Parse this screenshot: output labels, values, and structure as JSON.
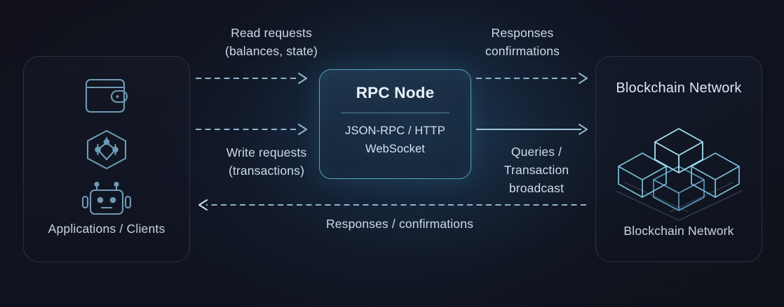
{
  "colors": {
    "background": "#0d0e16",
    "panel_border": "#2b3146",
    "node_border": "#55a3bd",
    "accent_cyan": "#7fc5dd",
    "text_primary": "#e9f2fa",
    "text_secondary": "#cddbe9",
    "icon_stroke": "#6f9ab5"
  },
  "left_panel": {
    "name": "applications-clients",
    "caption": "Applications / Clients",
    "icons": [
      "wallet-icon",
      "network-nodes-icon",
      "robot-icon"
    ]
  },
  "center_node": {
    "title": "RPC Node",
    "protocols": [
      "JSON-RPC / HTTP",
      "WebSocket"
    ]
  },
  "right_panel": {
    "name": "blockchain-network",
    "title": "Blockchain\nNetwork",
    "caption": "Blockchain Network",
    "illustration": "isometric-blocks-icon"
  },
  "flows": [
    {
      "id": "read-requests",
      "label": "Read requests\n(balances, state)",
      "style": "dashed",
      "direction": "right",
      "from": "applications-clients",
      "to": "rpc-node"
    },
    {
      "id": "responses-confirmations-top",
      "label": "Responses\nconfirmations",
      "style": "dashed",
      "direction": "right",
      "from": "rpc-node",
      "to": "blockchain-network"
    },
    {
      "id": "write-requests",
      "label": "Write requests\n(transactions)",
      "style": "dashed",
      "direction": "right",
      "from": "applications-clients",
      "to": "rpc-node"
    },
    {
      "id": "queries-transaction-broadcast",
      "label": "Queries /\nTransaction\nbroadcast",
      "style": "solid",
      "direction": "right",
      "from": "rpc-node",
      "to": "blockchain-network"
    },
    {
      "id": "responses-confirmations-bottom",
      "label": "Responses / confirmations",
      "style": "dashed",
      "direction": "left",
      "from": "blockchain-network",
      "to": "applications-clients"
    }
  ]
}
